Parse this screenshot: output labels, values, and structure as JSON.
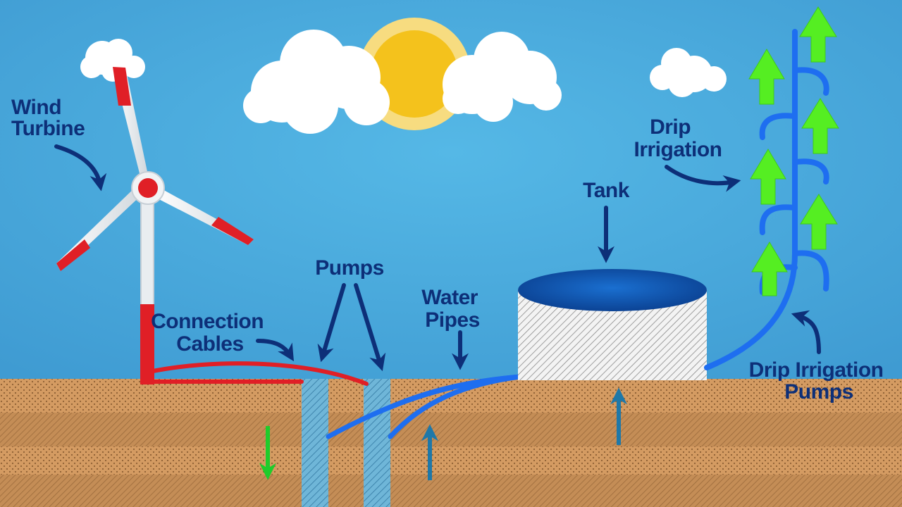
{
  "labels": {
    "wind_turbine": [
      "Wind",
      "Turbine"
    ],
    "connection_cables": [
      "Connection",
      "Cables"
    ],
    "pumps": "Pumps",
    "water_pipes": [
      "Water",
      "Pipes"
    ],
    "tank": "Tank",
    "drip_irrigation": [
      "Drip",
      "Irrigation"
    ],
    "drip_irrigation_pumps": [
      "Drip Irrigation",
      "Pumps"
    ]
  },
  "colors": {
    "sky": "#4aa8dc",
    "soil": "#d49b62",
    "soil_dark": "#b98551",
    "label_text": "#0d2f78",
    "turbine_red": "#e01f26",
    "water_blue": "#1e6ef0",
    "tank_top": "#0e4fa8",
    "sun": "#f4c21c",
    "plant_green": "#55ee22",
    "down_arrow_green": "#1fcc2b",
    "up_arrow_teal": "#1f78a8"
  },
  "icons": [
    "sun-icon",
    "cloud-icon",
    "wind-turbine-icon",
    "water-tank-icon",
    "plant-arrow-icon",
    "pump-column-icon"
  ]
}
